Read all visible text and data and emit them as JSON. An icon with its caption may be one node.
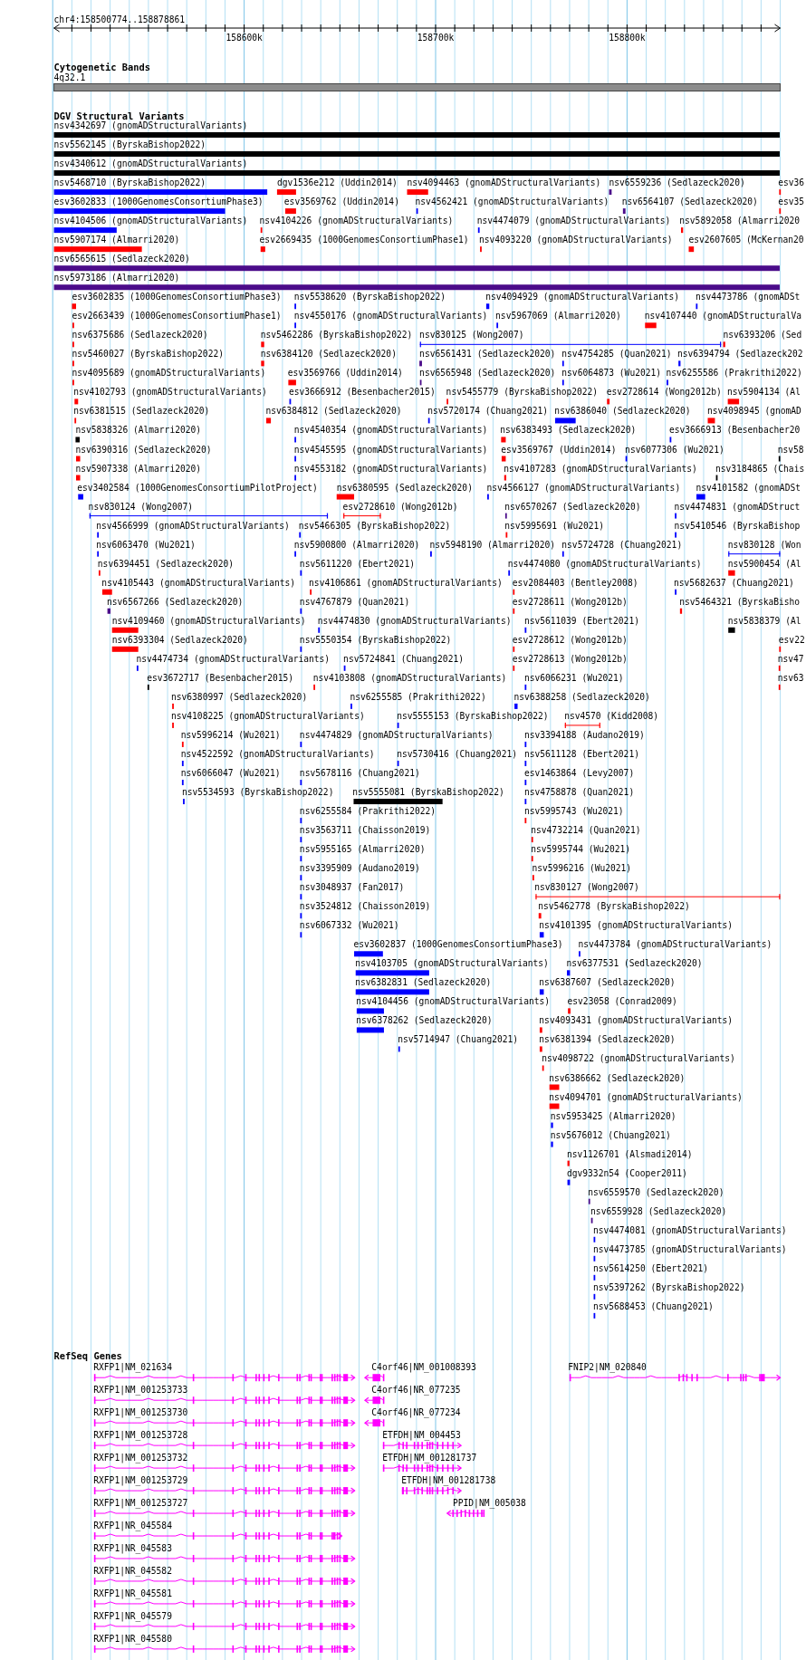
{
  "diagram": {
    "labels": [
      "chr4:158500774..158878861",
      "158600k",
      "158700k",
      "158800k",
      "Cytogenetic Bands",
      "4q32.1",
      "DGV Structural Variants",
      "nsv4342697 (gnomADStructuralVariants)",
      "nsv5562145 (ByrskaBishop2022)",
      "nsv4340612 (gnomADStructuralVariants)",
      "nsv5468710 (ByrskaBishop2022)",
      "dgv1536e212 (Uddin2014)",
      "nsv4094463 (gnomADStructuralVariants)",
      "nsv6559236 (Sedlazeck2020)",
      "esv36",
      "esv3602833 (1000GenomesConsortiumPhase3)",
      "esv3569762 (Uddin2014)",
      "nsv4562421 (gnomADStructuralVariants)",
      "nsv6564107 (Sedlazeck2020)",
      "esv35",
      "nsv4104506 (gnomADStructuralVariants)",
      "nsv4104226 (gnomADStructuralVariants)",
      "nsv4474079 (gnomADStructuralVariants)",
      "nsv5892058 (Almarri2020",
      "nsv5907174 (Almarri2020)",
      "esv2669435 (1000GenomesConsortiumPhase1)",
      "nsv4093220 (gnomADStructuralVariants)",
      "esv2607605 (McKernan20",
      "nsv6565615 (Sedlazeck2020)",
      "nsv5973186 (Almarri2020)",
      "esv3602835 (1000GenomesConsortiumPhase3)",
      "nsv5538620 (ByrskaBishop2022)",
      "nsv4094929 (gnomADStructuralVariants)",
      "nsv4473786 (gnomADSt",
      "esv2663439 (1000GenomesConsortiumPhase1)",
      "nsv4550176 (gnomADStructuralVariants)",
      "nsv5967069 (Almarri2020)",
      "nsv4107440 (gnomADStructuralVa",
      "nsv6375686 (Sedlazeck2020)",
      "nsv5462286 (ByrskaBishop2022)",
      "nsv830125 (Wong2007)",
      "nsv6393206 (Sed",
      "nsv5460027 (ByrskaBishop2022)",
      "nsv6384120 (Sedlazeck2020)",
      "nsv6561431 (Sedlazeck2020)",
      "nsv4754285 (Quan2021)",
      "nsv6394794 (Sedlazeck202",
      "nsv4095689 (gnomADStructuralVariants)",
      "esv3569766 (Uddin2014)",
      "nsv6565948 (Sedlazeck2020)",
      "nsv6064873 (Wu2021)",
      "nsv6255586 (Prakrithi2022)",
      "nsv4102793 (gnomADStructuralVariants)",
      "esv3666912 (Besenbacher2015)",
      "nsv5455779 (ByrskaBishop2022)",
      "esv2728614 (Wong2012b)",
      "nsv5904134 (Al",
      "nsv6381515 (Sedlazeck2020)",
      "nsv6384812 (Sedlazeck2020)",
      "nsv5720174 (Chuang2021)",
      "nsv6386040 (Sedlazeck2020)",
      "nsv4098945 (gnomAD",
      "nsv5838326 (Almarri2020)",
      "nsv4540354 (gnomADStructuralVariants)",
      "nsv6383493 (Sedlazeck2020)",
      "esv3666913 (Besenbacher20",
      "nsv6390316 (Sedlazeck2020)",
      "nsv4545595 (gnomADStructuralVariants)",
      "esv3569767 (Uddin2014)",
      "nsv6077306 (Wu2021)",
      "nsv58",
      "nsv5907338 (Almarri2020)",
      "nsv4553182 (gnomADStructuralVariants)",
      "nsv4107283 (gnomADStructuralVariants)",
      "nsv3184865 (Chais",
      "esv3402584 (1000GenomesConsortiumPilotProject)",
      "nsv6380595 (Sedlazeck2020)",
      "nsv4566127 (gnomADStructuralVariants)",
      "nsv4101582 (gnomADSt",
      "nsv830124 (Wong2007)",
      "esv2728610 (Wong2012b)",
      "nsv6570267 (Sedlazeck2020)",
      "nsv4474831 (gnomADStruct",
      "nsv4566999 (gnomADStructuralVariants)",
      "nsv5466305 (ByrskaBishop2022)",
      "nsv5995691 (Wu2021)",
      "nsv5410546 (ByrskaBishop",
      "nsv6063470 (Wu2021)",
      "nsv5900800 (Almarri2020)",
      "nsv5948190 (Almarri2020)",
      "nsv5724728 (Chuang2021)",
      "nsv830128 (Won",
      "nsv6394451 (Sedlazeck2020)",
      "nsv5611220 (Ebert2021)",
      "nsv4474080 (gnomADStructuralVariants)",
      "nsv5900454 (Al",
      "nsv4105443 (gnomADStructuralVariants)",
      "nsv4106861 (gnomADStructuralVariants)",
      "esv2084403 (Bentley2008)",
      "nsv5682637 (Chuang2021)",
      "nsv6567266 (Sedlazeck2020)",
      "nsv4767879 (Quan2021)",
      "esv2728611 (Wong2012b)",
      "nsv5464321 (ByrskaBisho",
      "nsv4109460 (gnomADStructuralVariants)",
      "nsv4474830 (gnomADStructuralVariants)",
      "nsv5611039 (Ebert2021)",
      "nsv5838379 (Al",
      "nsv6393304 (Sedlazeck2020)",
      "nsv5550354 (ByrskaBishop2022)",
      "esv2728612 (Wong2012b)",
      "esv22",
      "nsv4474734 (gnomADStructuralVariants)",
      "nsv5724841 (Chuang2021)",
      "esv2728613 (Wong2012b)",
      "nsv47",
      "esv3672717 (Besenbacher2015)",
      "nsv4103808 (gnomADStructuralVariants)",
      "nsv6066231 (Wu2021)",
      "nsv63",
      "nsv6380997 (Sedlazeck2020)",
      "nsv6255585 (Prakrithi2022)",
      "nsv6388258 (Sedlazeck2020)",
      "nsv4108225 (gnomADStructuralVariants)",
      "nsv5555153 (ByrskaBishop2022)",
      "nsv4570 (Kidd2008)",
      "nsv5996214 (Wu2021)",
      "nsv4474829 (gnomADStructuralVariants)",
      "nsv3394188 (Audano2019)",
      "nsv4522592 (gnomADStructuralVariants)",
      "nsv5730416 (Chuang2021)",
      "nsv5611128 (Ebert2021)",
      "nsv6066047 (Wu2021)",
      "nsv5678116 (Chuang2021)",
      "esv1463864 (Levy2007)",
      "nsv5534593 (ByrskaBishop2022)",
      "nsv5555081 (ByrskaBishop2022)",
      "nsv4758878 (Quan2021)",
      "nsv6255584 (Prakrithi2022)",
      "nsv5995743 (Wu2021)",
      "nsv3563711 (Chaisson2019)",
      "nsv4732214 (Quan2021)",
      "nsv5955165 (Almarri2020)",
      "nsv5995744 (Wu2021)",
      "nsv3395909 (Audano2019)",
      "nsv5996216 (Wu2021)",
      "nsv3048937 (Fan2017)",
      "nsv830127 (Wong2007)",
      "nsv3524812 (Chaisson2019)",
      "nsv5462778 (ByrskaBishop2022)",
      "nsv6067332 (Wu2021)",
      "nsv4101395 (gnomADStructuralVariants)",
      "esv3602837 (1000GenomesConsortiumPhase3)",
      "nsv4473784 (gnomADStructuralVariants)",
      "nsv4103705 (gnomADStructuralVariants)",
      "nsv6377531 (Sedlazeck2020)",
      "nsv6382831 (Sedlazeck2020)",
      "nsv6387607 (Sedlazeck2020)",
      "nsv4104456 (gnomADStructuralVariants)",
      "esv23058 (Conrad2009)",
      "nsv6378262 (Sedlazeck2020)",
      "nsv4093431 (gnomADStructuralVariants)",
      "nsv5714947 (Chuang2021)",
      "nsv6381394 (Sedlazeck2020)",
      "nsv4098722 (gnomADStructuralVariants)",
      "nsv6386662 (Sedlazeck2020)",
      "nsv4094701 (gnomADStructuralVariants)",
      "nsv5953425 (Almarri2020)",
      "nsv5676012 (Chuang2021)",
      "nsv1126701 (Alsmadi2014)",
      "dgv9332n54 (Cooper2011)",
      "nsv6559570 (Sedlazeck2020)",
      "nsv6559928 (Sedlazeck2020)",
      "nsv4474081 (gnomADStructuralVariants)",
      "nsv4473785 (gnomADStructuralVariants)",
      "nsv5614250 (Ebert2021)",
      "nsv5397262 (ByrskaBishop2022)",
      "nsv5688453 (Chuang2021)",
      "RefSeq Genes",
      "RXFP1|NM_021634",
      "C4orf46|NM_001008393",
      "FNIP2|NM_020840",
      "RXFP1|NM_001253733",
      "C4orf46|NR_077235",
      "RXFP1|NM_001253730",
      "C4orf46|NR_077234",
      "RXFP1|NM_001253728",
      "ETFDH|NM_004453",
      "RXFP1|NM_001253732",
      "ETFDH|NM_001281737",
      "RXFP1|NM_001253729",
      "ETFDH|NM_001281738",
      "RXFP1|NM_001253727",
      "PPID|NM_005038",
      "RXFP1|NR_045584",
      "RXFP1|NR_045583",
      "RXFP1|NR_045582",
      "RXFP1|NR_045581",
      "RXFP1|NR_045579",
      "RXFP1|NR_045580"
    ]
  }
}
